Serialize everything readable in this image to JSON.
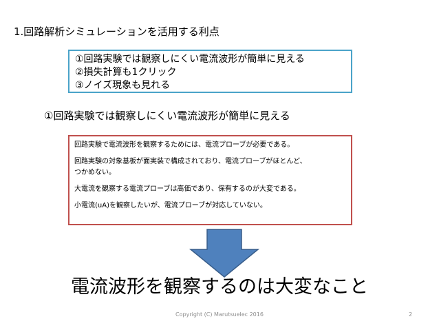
{
  "title": "1.回路解析シミュレーションを活用する利点",
  "benefits": [
    "①回路実験では観察しにくい電流波形が簡単に見える",
    "②損失計算も1クリック",
    "③ノイズ現象も見れる"
  ],
  "subheading": "①回路実験では観察しにくい電流波形が簡単に見える",
  "explanation": {
    "paragraphs": [
      [
        "回路実験で電流波形を観察するためには、電流プローブが必要である。"
      ],
      [
        "回路実験の対象基板が面実装で構成されており、電流プローブがほとんど、",
        "つかめない。"
      ],
      [
        "大電流を観察する電流プローブは高価であり、保有するのが大変である。"
      ],
      [
        "小電流(uA)を観察したいが、電流プローブが対応していない。"
      ]
    ]
  },
  "conclusion": "電流波形を観察するのは大変なこと",
  "footer": {
    "copyright": "Copyright (C) Marutsuelec 2016",
    "page_number": "2"
  },
  "colors": {
    "benefits_box_border": "#4aa3c9",
    "explanation_box_border": "#c0504d",
    "arrow_fill": "#4f81bd",
    "arrow_stroke": "#385d8a"
  },
  "icons": {
    "arrow": "down-arrow-icon"
  }
}
